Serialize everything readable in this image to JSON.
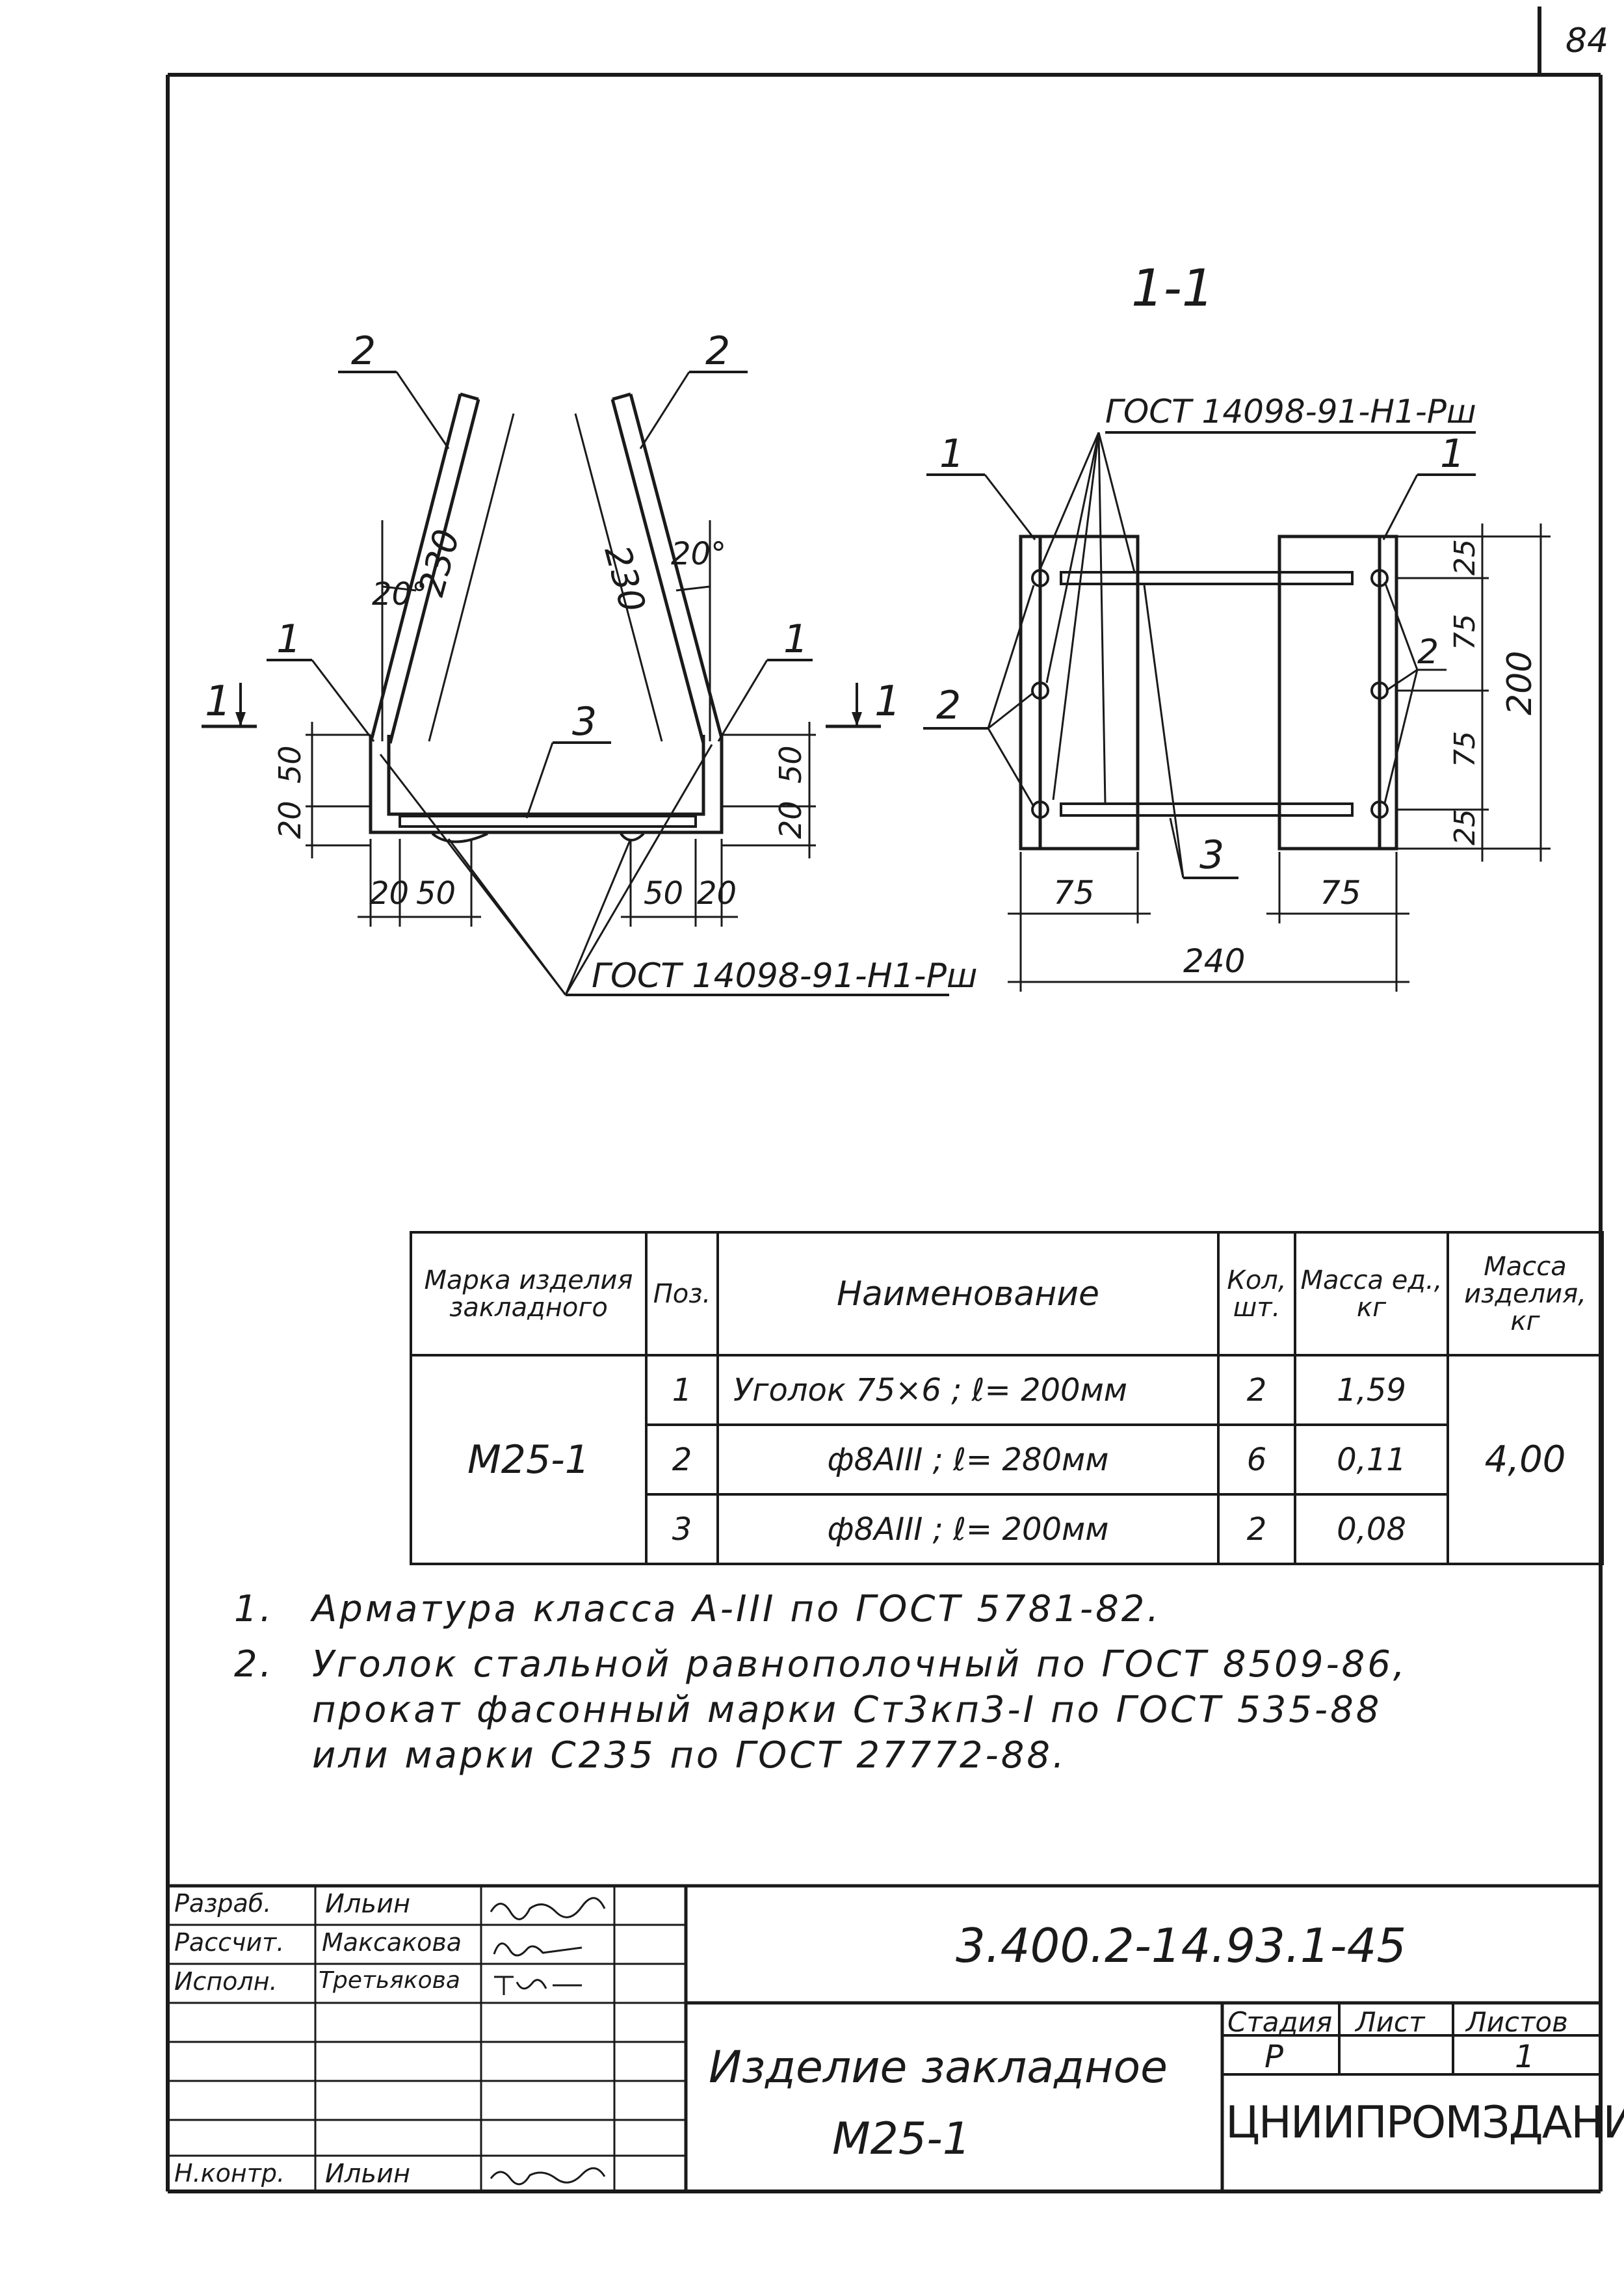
{
  "page_number": "84",
  "section_label": "1-1",
  "left_view": {
    "pos_labels": [
      "2",
      "2",
      "1",
      "1",
      "3"
    ],
    "section_marks": [
      "1",
      "1"
    ],
    "angle_labels": [
      "20°",
      "20°"
    ],
    "length_labels": [
      "230",
      "230"
    ],
    "vert_dims": [
      "50",
      "20",
      "50",
      "20"
    ],
    "horiz_dims": [
      "20",
      "50",
      "50",
      "20"
    ],
    "weld_note": "ГОСТ 14098-91-Н1-Рш"
  },
  "right_view": {
    "weld_note": "ГОСТ 14098-91-Н1-Рш",
    "pos_labels": [
      "1",
      "1",
      "2",
      "2",
      "3"
    ],
    "vert_dims": [
      "25",
      "75",
      "75",
      "25",
      "200"
    ],
    "horiz_dims": [
      "75",
      "75",
      "240"
    ]
  },
  "spec_table": {
    "headers": [
      "Марка изделия закладного",
      "Поз.",
      "Наименование",
      "Кол, шт.",
      "Масса ед., кг",
      "Масса изделия, кг"
    ],
    "mark": "М25-1",
    "total_mass": "4,00",
    "rows": [
      {
        "pos": "1",
        "name": "Уголок 75×6   ; ℓ= 200мм",
        "qty": "2",
        "unit_mass": "1,59"
      },
      {
        "pos": "2",
        "name": "ф8АIII ; ℓ= 280мм",
        "qty": "6",
        "unit_mass": "0,11"
      },
      {
        "pos": "3",
        "name": "ф8АIII ; ℓ= 200мм",
        "qty": "2",
        "unit_mass": "0,08"
      }
    ]
  },
  "notes": [
    {
      "num": "1.",
      "lines": [
        "Арматура класса А-III по ГОСТ 5781-82."
      ]
    },
    {
      "num": "2.",
      "lines": [
        "Уголок стальной равнополочный по ГОСТ 8509-86,",
        "прокат фасонный марки Ст3кп3-I по ГОСТ 535-88",
        "или марки С235 по ГОСТ 27772-88."
      ]
    }
  ],
  "title_block": {
    "roles": [
      {
        "role": "Разраб.",
        "name": "Ильин"
      },
      {
        "role": "Рассчит.",
        "name": "Максакова"
      },
      {
        "role": "Исполн.",
        "name": "Третьякова"
      },
      {
        "role": "Н.контр.",
        "name": "Ильин"
      }
    ],
    "doc_code": "3.400.2-14.93.1-45",
    "title_line1": "Изделие закладное",
    "title_line2": "М25-1",
    "stage_header": "Стадия",
    "sheet_header": "Лист",
    "sheets_header": "Листов",
    "stage": "Р",
    "sheet": "",
    "sheets": "1",
    "organization": "ЦНИИПРОМЗДАНИЙ"
  },
  "colors": {
    "ink": "#1a1a1a",
    "paper": "#ffffff"
  }
}
